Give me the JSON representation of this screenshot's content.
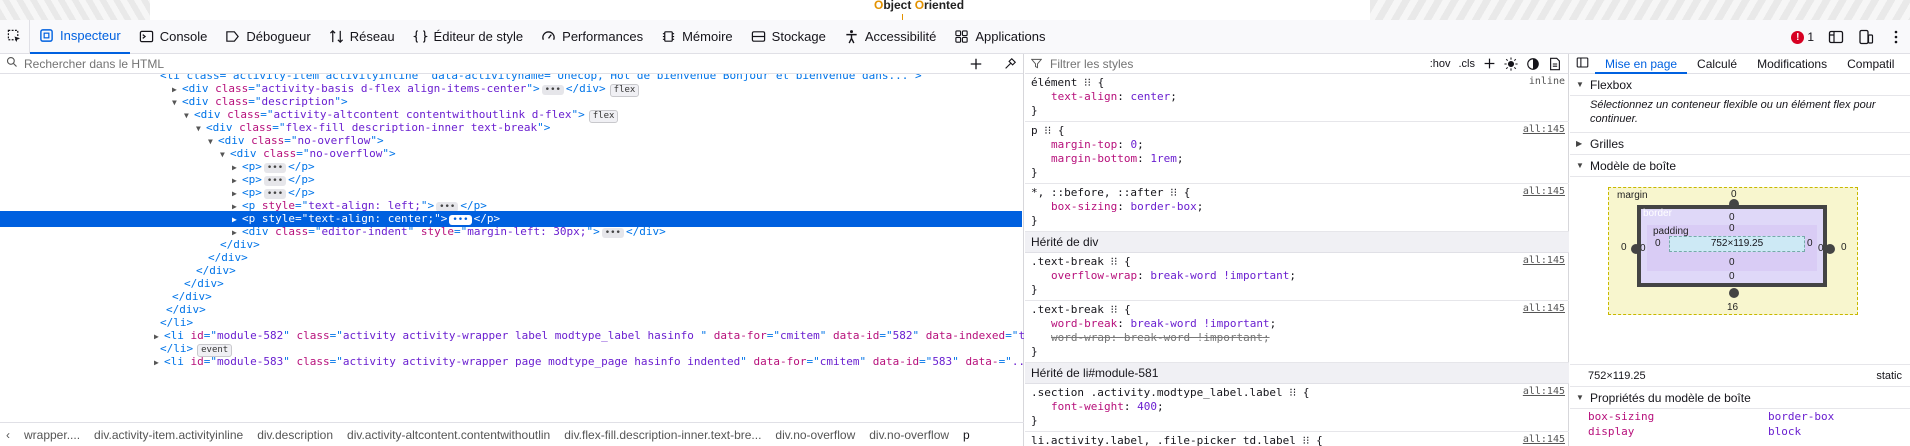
{
  "page_strip": {
    "text_pre1": "",
    "text_o1": "O",
    "text_1": "bject ",
    "text_o2": "O",
    "text_2": "riented"
  },
  "toolbar": {
    "tabs": [
      {
        "label": "Inspecteur",
        "icon": "inspector-icon",
        "selected": true
      },
      {
        "label": "Console",
        "icon": "console-icon"
      },
      {
        "label": "Débogueur",
        "icon": "debugger-icon"
      },
      {
        "label": "Réseau",
        "icon": "network-icon"
      },
      {
        "label": "Éditeur de style",
        "icon": "style-editor-icon"
      },
      {
        "label": "Performances",
        "icon": "performance-icon"
      },
      {
        "label": "Mémoire",
        "icon": "memory-icon"
      },
      {
        "label": "Stockage",
        "icon": "storage-icon"
      },
      {
        "label": "Accessibilité",
        "icon": "accessibility-icon"
      },
      {
        "label": "Applications",
        "icon": "applications-icon"
      }
    ],
    "error_count": "1",
    "error_symbol": "!"
  },
  "markup": {
    "search_placeholder": "Rechercher dans le HTML",
    "lines": [
      {
        "indent": 0,
        "text": "<li class=\"activity-item activityinline\" data-activityname=\"Unecop, Hot de bienvenue Bonjour et bienvenue dans...\">",
        "partial": true
      },
      {
        "indent": 1,
        "tw": "▶",
        "tag": "div",
        "attrs": [
          [
            "class",
            "activity-basis d-flex align-items-center"
          ]
        ],
        "ell": true,
        "close": "</div>",
        "badge": "flex"
      },
      {
        "indent": 1,
        "tw": "▼",
        "tag": "div",
        "attrs": [
          [
            "class",
            "description"
          ]
        ]
      },
      {
        "indent": 2,
        "tw": "▼",
        "tag": "div",
        "attrs": [
          [
            "class",
            "activity-altcontent contentwithoutlink d-flex"
          ]
        ],
        "badge": "flex"
      },
      {
        "indent": 3,
        "tw": "▼",
        "tag": "div",
        "attrs": [
          [
            "class",
            "flex-fill description-inner text-break"
          ]
        ]
      },
      {
        "indent": 4,
        "tw": "▼",
        "tag": "div",
        "attrs": [
          [
            "class",
            "no-overflow"
          ]
        ]
      },
      {
        "indent": 5,
        "tw": "▼",
        "tag": "div",
        "attrs": [
          [
            "class",
            "no-overflow"
          ]
        ]
      },
      {
        "indent": 6,
        "tw": "▶",
        "tag": "p",
        "attrs": [],
        "ell": true,
        "close": "</p>"
      },
      {
        "indent": 6,
        "tw": "▶",
        "tag": "p",
        "attrs": [],
        "ell": true,
        "close": "</p>"
      },
      {
        "indent": 6,
        "tw": "▶",
        "tag": "p",
        "attrs": [],
        "ell": true,
        "close": "</p>"
      },
      {
        "indent": 6,
        "tw": "▶",
        "tag": "p",
        "attrs": [
          [
            "style",
            "text-align: left;"
          ]
        ],
        "ell": true,
        "close": "</p>"
      },
      {
        "indent": 6,
        "tw": "▶",
        "tag": "p",
        "attrs": [
          [
            "style",
            "text-align: center;"
          ]
        ],
        "ell": true,
        "close": "</p>",
        "selected": true
      },
      {
        "indent": 6,
        "tw": "▶",
        "tag": "div",
        "attrs": [
          [
            "class",
            "editor-indent"
          ],
          [
            "style",
            "margin-left: 30px;"
          ]
        ],
        "ell": true,
        "close": "</div>"
      },
      {
        "indent": 5,
        "text": "</div>"
      },
      {
        "indent": 4,
        "text": "</div>"
      },
      {
        "indent": 3,
        "text": "</div>"
      },
      {
        "indent": 2,
        "text": "</div>"
      },
      {
        "indent": 1,
        "text": "</div>"
      },
      {
        "indent": 0.5,
        "text": "</div>"
      },
      {
        "indent": 0,
        "text": "</li>"
      },
      {
        "indent": -0.5,
        "tw": "▶",
        "tag": "li",
        "attrs": [
          [
            "id",
            "module-582"
          ],
          [
            "class",
            "activity activity-wrapper label modtype_label hasinfo "
          ],
          [
            "data-for",
            "cmitem"
          ],
          [
            "data-id",
            "582"
          ],
          [
            "data-indexed",
            "true"
          ]
        ],
        "ell": true
      },
      {
        "indent": 0,
        "text": "</li>",
        "badge": "event"
      },
      {
        "indent": -0.5,
        "tw": "▶",
        "tag": "li",
        "attrs": [
          [
            "id",
            "module-583"
          ],
          [
            "class",
            "activity activity-wrapper page modtype_page hasinfo indented"
          ],
          [
            "data-for",
            "cmitem"
          ],
          [
            "data-id",
            "583"
          ],
          [
            "data-",
            "..."
          ]
        ],
        "partial": true
      }
    ],
    "breadcrumbs": [
      "wrapper....",
      "div.activity-item.activityinline",
      "div.description",
      "div.activity-altcontent.contentwithoutlin",
      "div.flex-fill.description-inner.text-bre...",
      "div.no-overflow",
      "div.no-overflow",
      "p"
    ]
  },
  "rules": {
    "filter_placeholder": "Filtrer les styles",
    "hov": ":hov",
    "cls": ".cls",
    "blocks": [
      {
        "selector": "élément ⁝⁝ {",
        "source": "inline",
        "plain": true,
        "decls": [
          [
            "text-align",
            "center"
          ]
        ]
      },
      {
        "selector": "p ⁝⁝ {",
        "source": "all:145",
        "decls": [
          [
            "margin-top",
            "0"
          ],
          [
            "margin-bottom",
            "1rem"
          ]
        ]
      },
      {
        "selector": "*, ::before, ::after ⁝⁝ {",
        "source": "all:145",
        "decls": [
          [
            "box-sizing",
            "border-box"
          ]
        ]
      },
      {
        "head": "Hérité de div"
      },
      {
        "selector": ".text-break ⁝⁝ {",
        "source": "all:145",
        "decls": [
          [
            "overflow-wrap",
            "break-word !important"
          ]
        ]
      },
      {
        "selector": ".text-break ⁝⁝ {",
        "source": "all:145",
        "decls": [
          [
            "word-break",
            "break-word !important"
          ],
          [
            "word-wrap",
            "break-word !important",
            true
          ]
        ]
      },
      {
        "head": "Hérité de li#module-581"
      },
      {
        "selector": ".section .activity.modtype_label.label ⁝⁝ {",
        "source": "all:145",
        "decls": [
          [
            "font-weight",
            "400"
          ]
        ]
      },
      {
        "selector": "li.activity.label, .file-picker td.label ⁝⁝ {",
        "source": "all:145",
        "decls": [],
        "partial": true
      }
    ]
  },
  "layout": {
    "tabs": [
      "Mise en page",
      "Calculé",
      "Modifications",
      "Compatil"
    ],
    "flexbox_title": "Flexbox",
    "flexbox_msg": "Sélectionnez un conteneur flexible ou un élément flex pour continuer.",
    "grid_title": "Grilles",
    "boxmodel_title": "Modèle de boîte",
    "box": {
      "margin_label": "margin",
      "border_label": "border",
      "padding_label": "padding",
      "content": "752×119.25",
      "margin_top": "0",
      "margin_bottom": "16",
      "margin_left": "0",
      "margin_right": "0",
      "border_top": "0",
      "border_bottom": "0",
      "border_left": "0",
      "border_right": "0",
      "padding_top": "0",
      "padding_bottom": "0",
      "padding_left": "0",
      "padding_right": "0"
    },
    "dims": "752×119.25",
    "position": "static",
    "props_title": "Propriétés du modèle de boîte",
    "props": [
      [
        "box-sizing",
        "border-box"
      ],
      [
        "display",
        "block"
      ]
    ]
  }
}
